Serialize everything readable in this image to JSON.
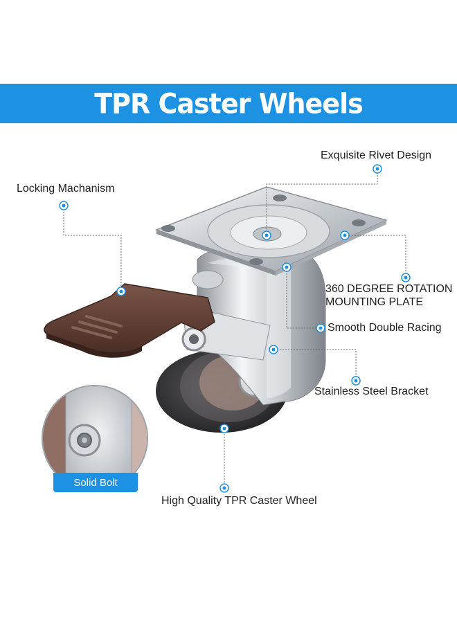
{
  "banner": {
    "title": "TPR Caster Wheels"
  },
  "labels": {
    "locking": "Locking Machanism",
    "rivet": "Exquisite Rivet Design",
    "rotation_line1": "360 DEGREE ROTATION",
    "rotation_line2": "MOUNTING PLATE",
    "racing": "Smooth Double Racing",
    "bracket": "Stainless Steel Bracket",
    "wheel": "High Quality TPR Caster Wheel"
  },
  "inset": {
    "label": "Solid Bolt"
  },
  "colors": {
    "accent": "#1d92e3",
    "brake": "#5a3a31",
    "metal": "#cfd4d8",
    "tire": "#3c3c3f"
  }
}
